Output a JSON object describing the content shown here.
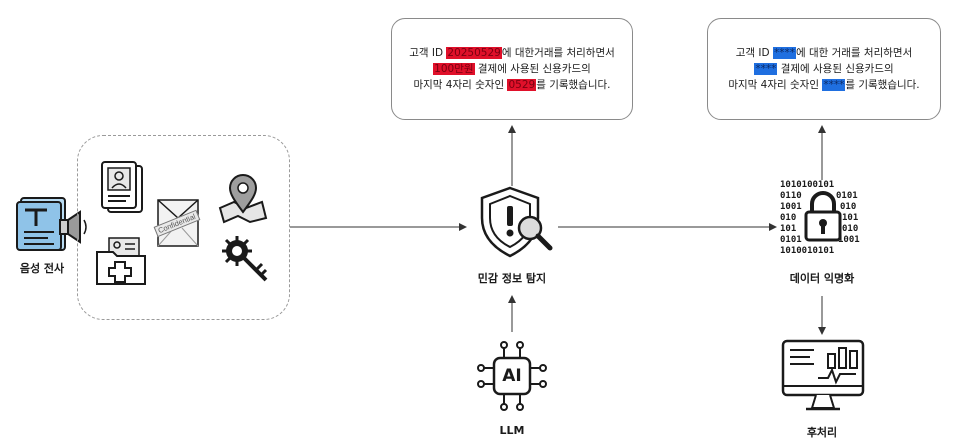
{
  "labels": {
    "speech": "음성 전사",
    "detect": "민감 정보 탐지",
    "anon": "데이터 익명화",
    "llm": "LLM",
    "post": "후처리"
  },
  "doc_stamp": "Confidential",
  "ai_text": "AI",
  "bubble_left": {
    "l1_a": "고객 ID ",
    "l1_hl": "20250529",
    "l1_b": "에 대한거래를 처리하면서",
    "l2_hl": "100만원",
    "l2_b": " 결제에 사용된 신용카드의",
    "l3_a": "마지막 4자리 숫자인 ",
    "l3_hl": "0529",
    "l3_b": "를 기록했습니다."
  },
  "bubble_right": {
    "l1_a": "고객 ID ",
    "l1_hl": "****",
    "l1_b": "에 대한 거래를 처리하면서",
    "l2_hl": "****",
    "l2_b": " 결제에 사용된 신용카드의",
    "l3_a": "마지막 4자리 숫자인 ",
    "l3_hl": "****",
    "l3_b": "를 기록했습니다."
  },
  "colors": {
    "sensitive_highlight": "#e0102a",
    "masked_highlight": "#1f6fe0",
    "transcript_icon": "#8fc3e8"
  }
}
